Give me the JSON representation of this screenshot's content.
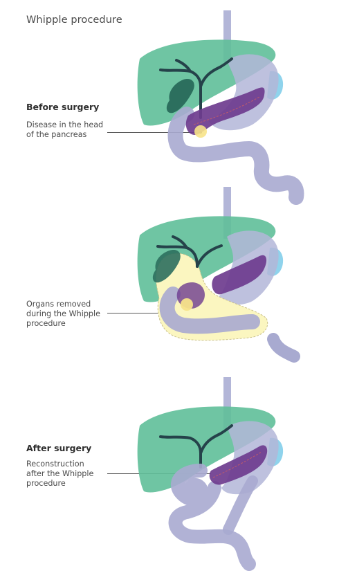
{
  "title": "Whipple procedure",
  "panels": [
    {
      "heading": "Before surgery",
      "lines": [
        "Disease in the head",
        "of the pancreas"
      ]
    },
    {
      "heading": "",
      "lines": [
        "Organs removed",
        "during the Whipple",
        "procedure"
      ]
    },
    {
      "heading": "After surgery",
      "lines": [
        "Reconstruction",
        "after the Whipple",
        "procedure"
      ]
    }
  ],
  "colors": {
    "liver": "#5fbf99",
    "liver_dark": "#3f9e7c",
    "gallbladder": "#2c6f5e",
    "bile_ducts": "#25424a",
    "stomach": "#b3b6d8",
    "intestine": "#a8aad0",
    "pancreas": "#6e3c8e",
    "spleen": "#8fd3ec",
    "removed_zone": "#fbf6c0",
    "tumor": "#f7e38a",
    "leader_line": "#555555"
  }
}
